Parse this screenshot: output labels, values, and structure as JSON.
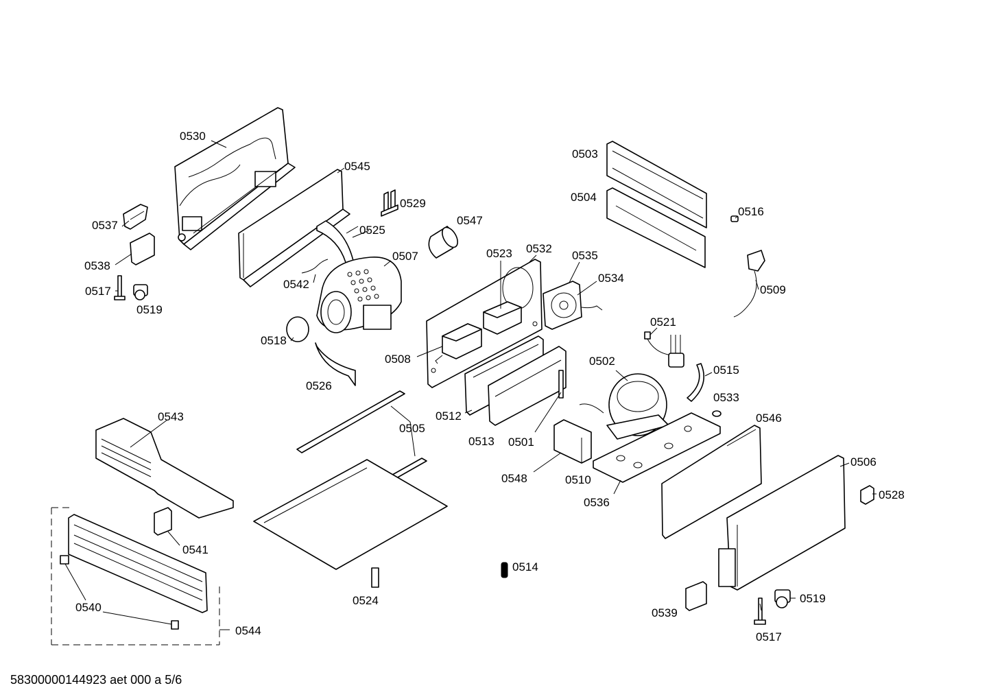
{
  "labels": {
    "p0530": "0530",
    "p0545": "0545",
    "p0529": "0529",
    "p0547": "0547",
    "p0525": "0525",
    "p0537": "0537",
    "p0538": "0538",
    "p0517a": "0517",
    "p0519a": "0519",
    "p0542": "0542",
    "p0507": "0507",
    "p0518": "0518",
    "p0526": "0526",
    "p0523": "0523",
    "p0532": "0532",
    "p0535": "0535",
    "p0534": "0534",
    "p0508": "0508",
    "p0503": "0503",
    "p0504": "0504",
    "p0516": "0516",
    "p0509": "0509",
    "p0521": "0521",
    "p0502": "0502",
    "p0515": "0515",
    "p0533": "0533",
    "p0546": "0546",
    "p0506": "0506",
    "p0528": "0528",
    "p0512": "0512",
    "p0513": "0513",
    "p0501": "0501",
    "p0548": "0548",
    "p0510": "0510",
    "p0536": "0536",
    "p0543": "0543",
    "p0505": "0505",
    "p0541": "0541",
    "p0540": "0540",
    "p0544": "0544",
    "p0524": "0524",
    "p0514": "0514",
    "p0539": "0539",
    "p0519b": "0519",
    "p0517b": "0517"
  },
  "footer": "58300000144923 aet 000 a 5/6"
}
